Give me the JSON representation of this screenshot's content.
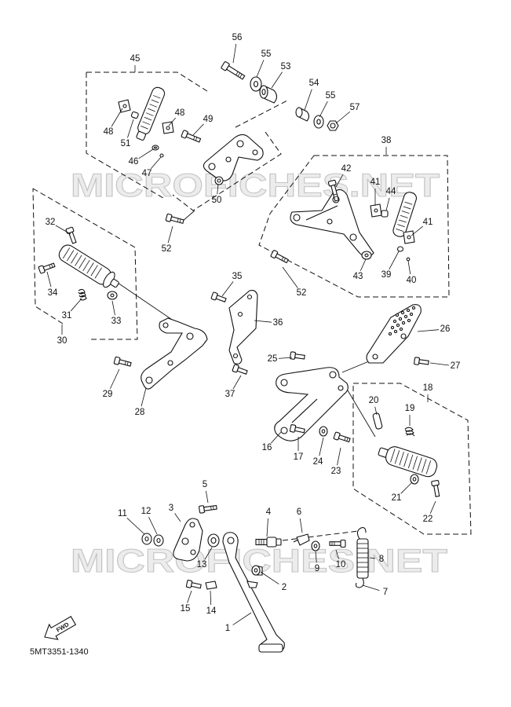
{
  "watermark": {
    "text": "MICROFICHES.NET"
  },
  "fwd_label": "FWD",
  "drawing_code": "5MT3351-1340",
  "diagram": {
    "callouts": [
      "56",
      "55",
      "53",
      "54",
      "55",
      "57",
      "45",
      "48",
      "51",
      "48",
      "49",
      "46",
      "47",
      "50",
      "52",
      "38",
      "42",
      "41",
      "44",
      "41",
      "43",
      "39",
      "40",
      "52",
      "32",
      "34",
      "31",
      "33",
      "30",
      "35",
      "36",
      "29",
      "28",
      "37",
      "26",
      "25",
      "27",
      "18",
      "20",
      "19",
      "16",
      "17",
      "24",
      "23",
      "21",
      "22",
      "5",
      "11",
      "12",
      "3",
      "4",
      "6",
      "13",
      "9",
      "10",
      "8",
      "2",
      "7",
      "15",
      "14",
      "1"
    ]
  }
}
